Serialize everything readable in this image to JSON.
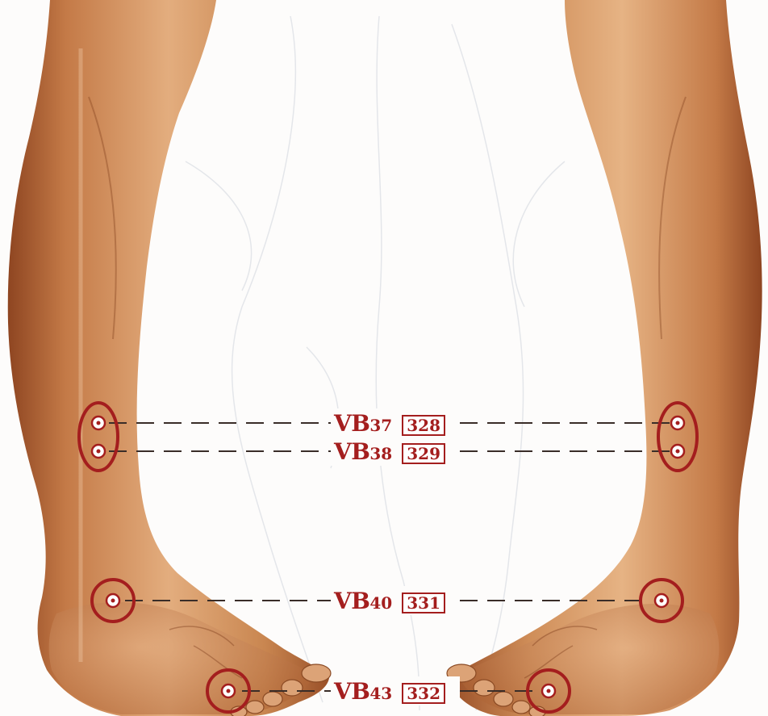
{
  "points": [
    {
      "prefix": "VB",
      "number": "37",
      "ref": "328"
    },
    {
      "prefix": "VB",
      "number": "38",
      "ref": "329"
    },
    {
      "prefix": "VB",
      "number": "40",
      "ref": "331"
    },
    {
      "prefix": "VB",
      "number": "43",
      "ref": "332"
    }
  ],
  "colors": {
    "marker": "#a41e1e",
    "skin": "#c8804f",
    "skin_dark": "#8e4521",
    "background": "#fdfcfb"
  }
}
